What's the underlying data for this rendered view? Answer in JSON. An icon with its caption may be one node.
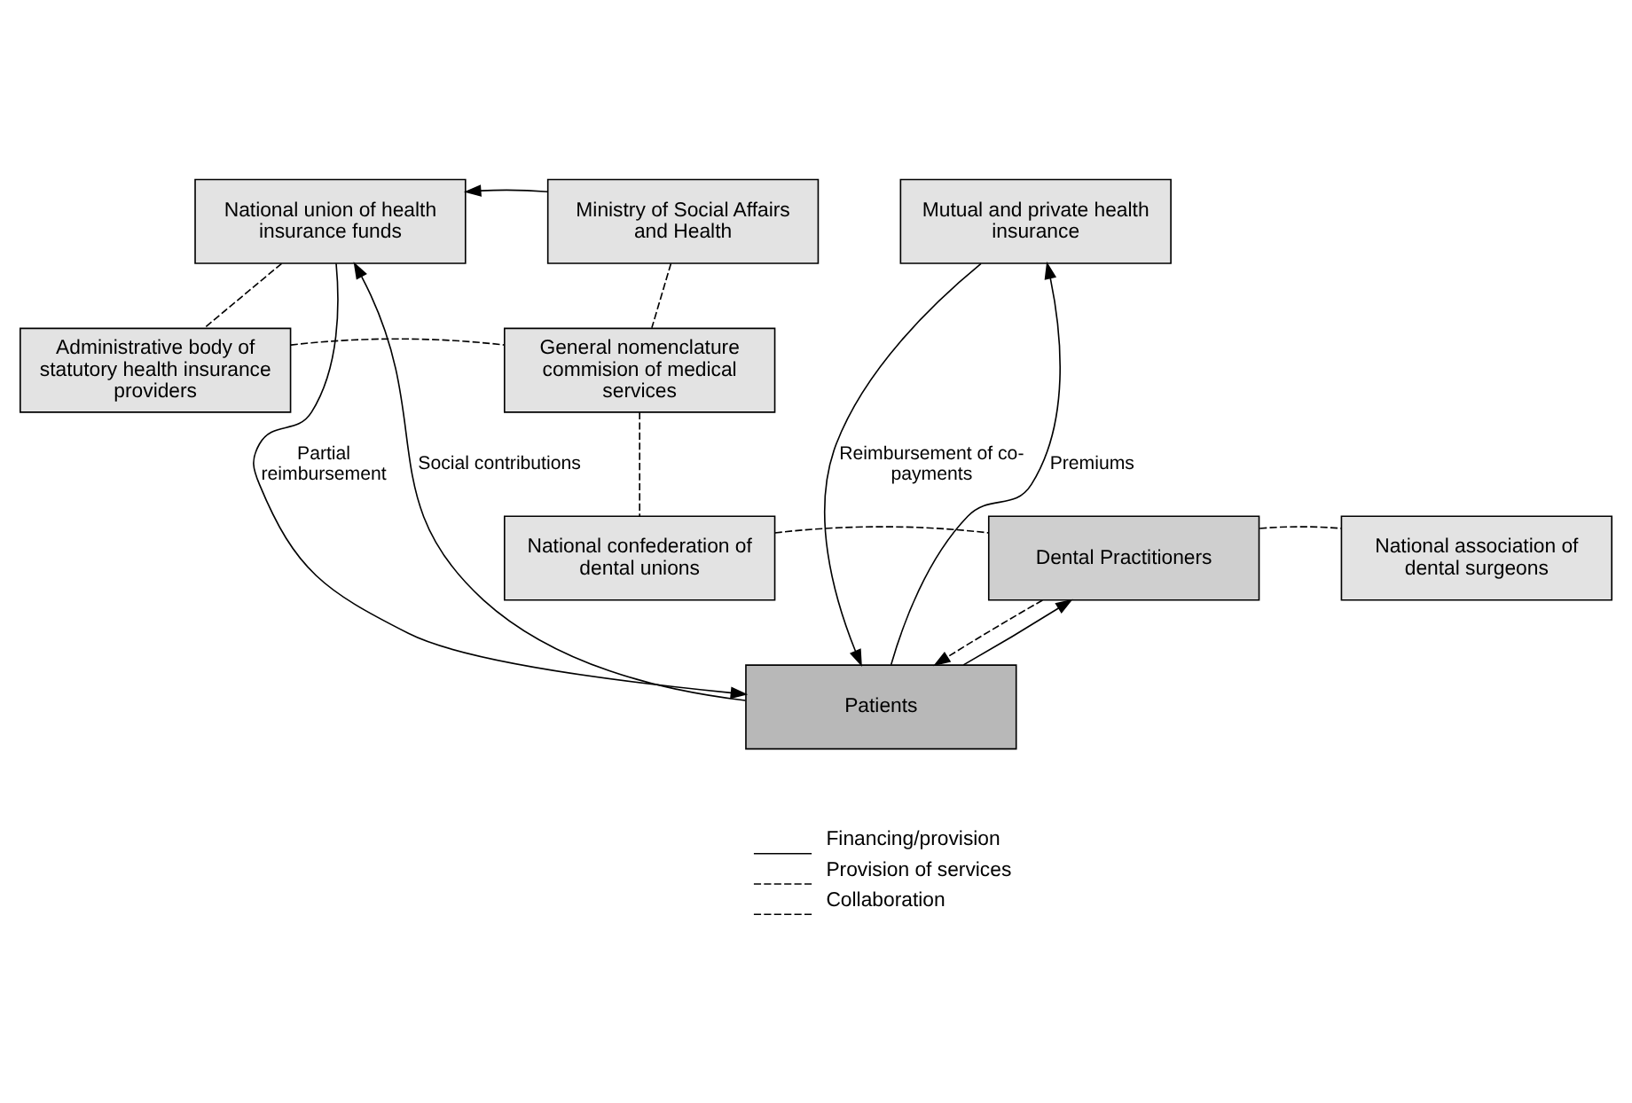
{
  "diagram": {
    "nodes": [
      {
        "text": [
          "National union of health insurance funds"
        ]
      },
      {
        "text": [
          "Ministry of Social Affairs and Health"
        ]
      },
      {
        "text": [
          "Mutual and private health insurance"
        ]
      },
      {
        "text": [
          "Administrative body of statutory health insurance providers"
        ]
      },
      {
        "text": [
          "General nomenclature commision of medical services"
        ]
      },
      {
        "text": [
          "National confederation of dental unions"
        ]
      },
      {
        "text": [
          "Dental Practitioners"
        ]
      },
      {
        "text": [
          "National association of dental surgeons"
        ]
      },
      {
        "text": [
          "Patients"
        ]
      }
    ],
    "edges": [
      {
        "from": 1,
        "to": 0,
        "arrow": "to"
      },
      {
        "from": 0,
        "to": 3,
        "arrow": "none",
        "style": "dashed"
      },
      {
        "from": 1,
        "to": 4,
        "arrow": "none",
        "style": "dashed"
      },
      {
        "from": 3,
        "to": 4,
        "arrow": "none",
        "style": "dashed"
      },
      {
        "from": 4,
        "to": 5,
        "arrow": "none",
        "style": "dashed"
      },
      {
        "from": 5,
        "to": 6,
        "arrow": "none",
        "style": "dashed"
      },
      {
        "from": 6,
        "to": 7,
        "arrow": "none",
        "style": "dashed"
      },
      {
        "from": 8,
        "to": 6,
        "arrow": "to"
      },
      {
        "from": 6,
        "to": 8,
        "arrow": "to",
        "style": "dashed"
      },
      {
        "from": 0,
        "to": 8,
        "arrow": "to",
        "label": "Partial reimbursement"
      },
      {
        "from": 8,
        "to": 0,
        "arrow": "to",
        "label": "Social contributions"
      },
      {
        "from": 2,
        "to": 8,
        "arrow": "to",
        "label": "Reimbursement of co-payments"
      },
      {
        "from": 8,
        "to": 2,
        "arrow": "to",
        "label": "Premiums"
      }
    ],
    "legend": [
      {
        "text": "Financing/provision"
      },
      {
        "text": "Provision of services"
      },
      {
        "text": "Collaboration"
      }
    ]
  }
}
